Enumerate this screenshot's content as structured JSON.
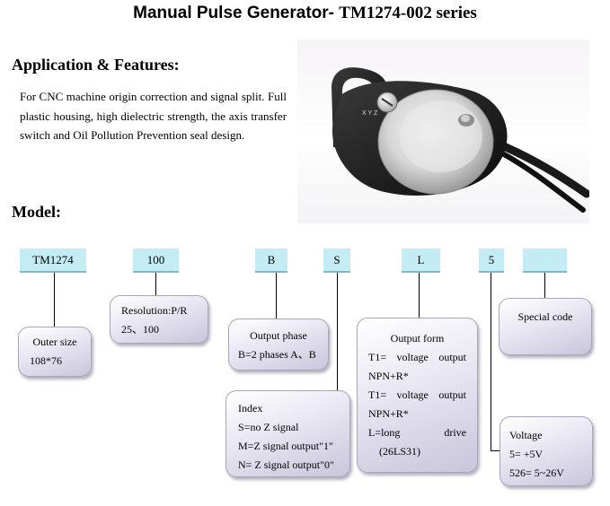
{
  "title": {
    "main": "Manual Pulse Generator-",
    "series": "TM1274-002 series"
  },
  "application": {
    "heading": "Application & Features:",
    "lines": [
      "For CNC machine origin correction and signal split.",
      "Full plastic housing, high dielectric strength, the",
      "axis transfer switch and Oil Pollution Prevention",
      "seal design."
    ]
  },
  "model": {
    "heading": "Model:",
    "codes": [
      "TM1274",
      "100",
      "B",
      "S",
      "L",
      "5",
      ""
    ],
    "outer_size": {
      "label": "Outer size",
      "value": "108*76"
    },
    "resolution": {
      "label": "Resolution:P/R",
      "value": "25、100"
    },
    "output_phase": {
      "label": "Output phase",
      "value": "B=2 phases A、B"
    },
    "index": {
      "label": "Index",
      "lines": [
        "S=no Z signal",
        "M=Z signal output\"1\"",
        "N= Z signal output\"0\""
      ]
    },
    "output_form": {
      "label": "Output form",
      "lines": [
        "T1=  voltage  output",
        "NPN+R*",
        "T1=  voltage  output",
        "NPN+R*",
        "L=long            drive",
        "(26LS31)"
      ]
    },
    "special_code": {
      "label": "Special code"
    },
    "voltage": {
      "label": "Voltage",
      "lines": [
        "5= +5V",
        "526= 5~26V"
      ]
    }
  }
}
